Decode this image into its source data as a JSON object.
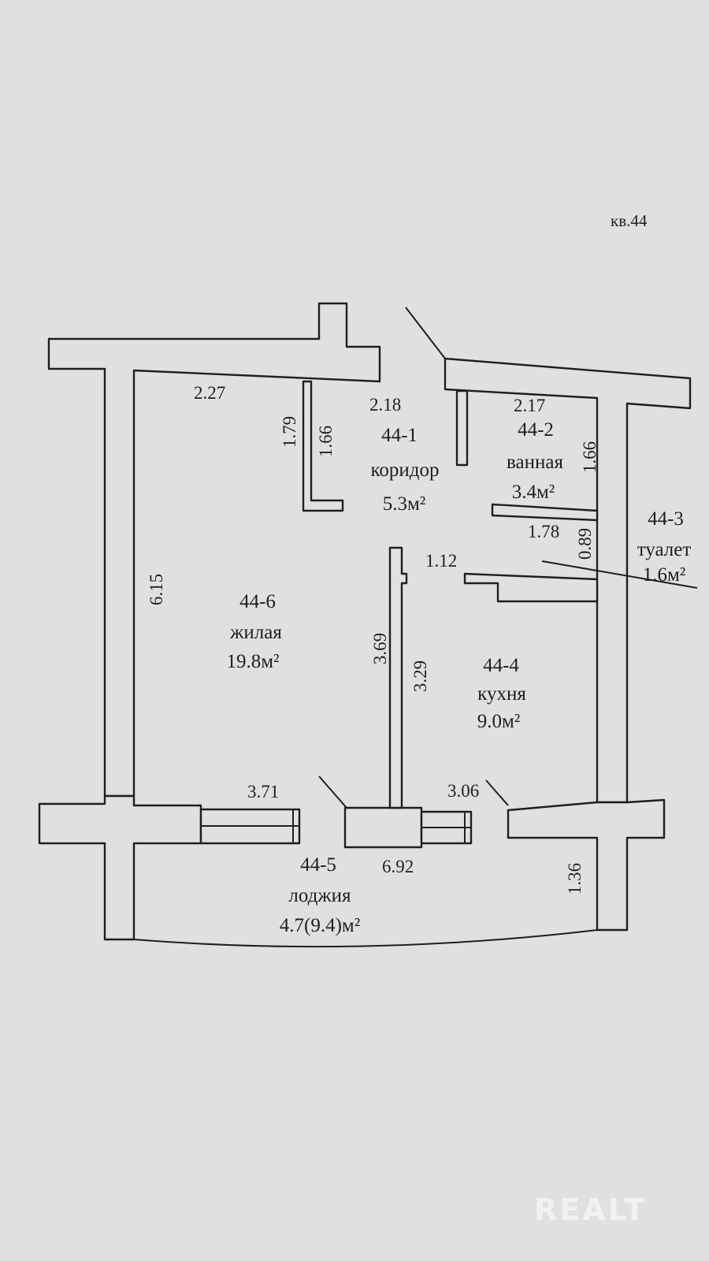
{
  "apartment_label": "кв.44",
  "rooms": [
    {
      "id": "44-1",
      "name": "коридор",
      "area": "5.3м²"
    },
    {
      "id": "44-2",
      "name": "ванная",
      "area": "3.4м²"
    },
    {
      "id": "44-3",
      "name": "туалет",
      "area": "1.6м²"
    },
    {
      "id": "44-4",
      "name": "кухня",
      "area": "9.0м²"
    },
    {
      "id": "44-5",
      "name": "лоджия",
      "area": "4.7(9.4)м²"
    },
    {
      "id": "44-6",
      "name": "жилая",
      "area": "19.8м²"
    }
  ],
  "dimensions": {
    "living_top": "2.27",
    "corridor_top": "2.18",
    "bath_top": "2.17",
    "niche_outer": "1.79",
    "niche_inner": "1.66",
    "bath_side": "1.66",
    "bath_bottom": "1.78",
    "toilet_side": "0.89",
    "toilet_top": "1.12",
    "living_left": "6.15",
    "partition_living": "3.69",
    "partition_kitchen": "3.29",
    "living_bottom": "3.71",
    "kitchen_bottom": "3.06",
    "loggia_width": "6.92",
    "loggia_side": "1.36"
  },
  "watermark": "REALT"
}
